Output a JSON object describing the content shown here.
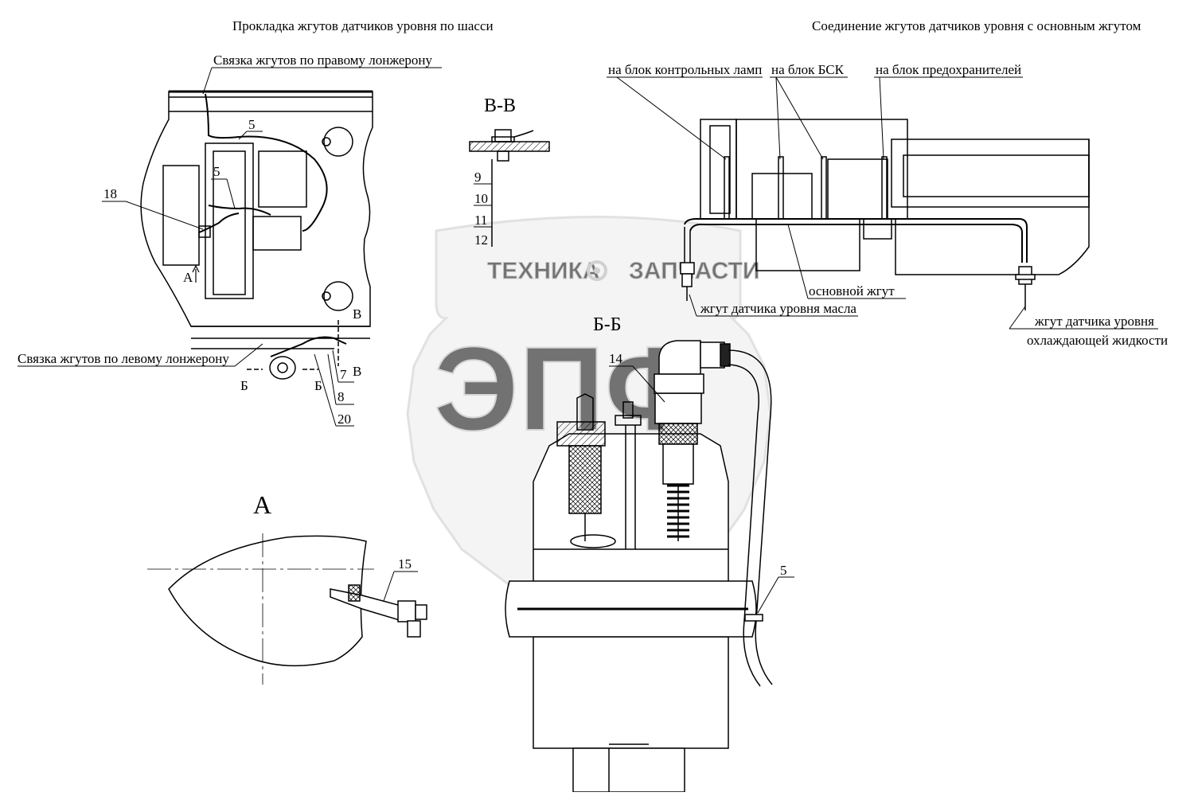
{
  "titles": {
    "left": "Прокладка жгутов датчиков уровня по шасси",
    "right": "Соединение жгутов датчиков уровня с основным жгутом"
  },
  "left_view": {
    "right_spar_label": "Связка жгутов по правому лонжерону",
    "left_spar_label": "Связка жгутов по левому лонжерону",
    "arrow_a": "A",
    "section_b_left": "Б",
    "section_b_right": "Б",
    "section_v_top": "В",
    "section_v_bottom": "В",
    "callouts": [
      "5",
      "5",
      "18",
      "7",
      "8",
      "20"
    ]
  },
  "section_vv": {
    "title": "В-В",
    "callouts": [
      "9",
      "10",
      "11",
      "12"
    ]
  },
  "section_bb": {
    "title": "Б-Б",
    "callouts": [
      "14",
      "5"
    ]
  },
  "view_a": {
    "title": "A",
    "callout": "15"
  },
  "right_view": {
    "lamp_block": "на блок контрольных ламп",
    "bsk_block": "на блок БСК",
    "fuse_block": "на блок предохранителей",
    "main_harness": "основной жгут",
    "oil_harness": "жгут датчика уровня масла",
    "coolant_harness_line1": "жгут датчика уровня",
    "coolant_harness_line2": "охлаждающей жидкости"
  },
  "watermark": {
    "line1": "ТЕХНИКА",
    "line2": "ЗАПЧАСТИ",
    "logo": "ЭПФ"
  }
}
